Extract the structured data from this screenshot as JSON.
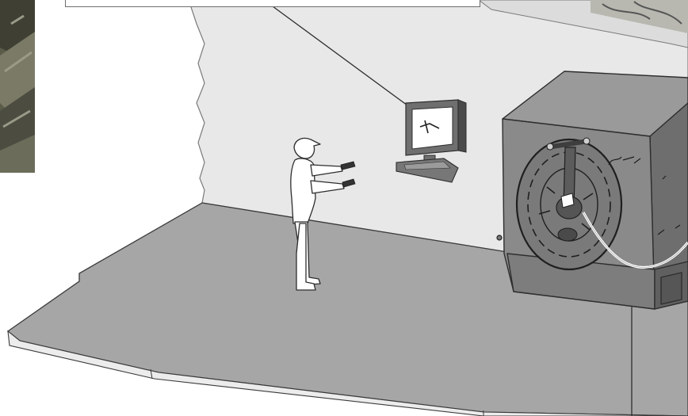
{
  "illustration": {
    "subject": "operator-with-handheld-remote-in-front-of-robot-cell",
    "photo_inset": "photo-inset-top-left",
    "callouts": [
      "monitor-callout",
      "machine-callout"
    ],
    "colors": {
      "floor": "#a6a6a6",
      "floor_edge": "#e9e9e9",
      "back_wall": "#e8e8e8",
      "machine_body": "#777777",
      "machine_front": "#8a8a8a",
      "machine_top": "#9a9a9a",
      "monitor": "#707070",
      "outline": "#3a3a3a"
    }
  }
}
